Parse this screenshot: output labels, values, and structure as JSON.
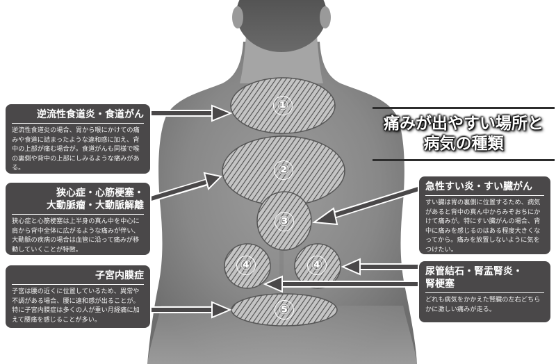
{
  "headline": {
    "text": "痛みが出やすい場所と\n病気の種類"
  },
  "zones": [
    {
      "id": "1",
      "label": "①"
    },
    {
      "id": "2",
      "label": "②"
    },
    {
      "id": "3",
      "label": "③"
    },
    {
      "id": "4L",
      "label": "④"
    },
    {
      "id": "4R",
      "label": "④"
    },
    {
      "id": "5",
      "label": "⑤"
    }
  ],
  "boxes": {
    "esophagus": {
      "title": "逆流性食道炎・食道がん",
      "body": "逆流性食道炎の場合、胃から喉にかけての痛みや食道に詰まったような違和感に加え、背中の上部が痛む場合が。食道がんも同様で喉の裏側や背中の上部にしみるような痛みがある。"
    },
    "heart": {
      "title": "狭心症・心筋梗塞・\n大動脈瘤・大動脈解離",
      "body": "狭心症と心筋梗塞は上半身の真ん中を中心に肩から背中全体に広がるような痛みが伴い、大動脈の疾病の場合は血管に沿って痛みが移動していくことが特徴。"
    },
    "uterus": {
      "title": "子宮内膜症",
      "body": "子宮は腰の近くに位置しているため、異常や不調がある場合、腰に違和感が出ることが。特に子宮内膜症は多くの人が重い月経痛に加えて腰痛を感じることが多い。"
    },
    "pancreas": {
      "title": "急性すい炎・すい臓がん",
      "body": "すい臓は胃の裏側に位置するため、病気があると背中の真ん中からみぞおちにかけて痛みが。特にすい臓がんの場合、背中に痛みを感じるのはある程度大きくなってから。痛みを放置しないように気をつけたい。"
    },
    "kidney": {
      "title": "尿管結石・腎盂腎炎・\n腎梗塞",
      "body": "どれも病気をかかえた腎臓の左右どちらかに激しい痛みが走る。"
    }
  },
  "colors": {
    "box_bg": "#4a4849",
    "arrow": "#4a4849",
    "zone_fill": "#bdbdbd",
    "zone_stroke": "#5a5a5a",
    "skin": "#8f8f8f"
  }
}
